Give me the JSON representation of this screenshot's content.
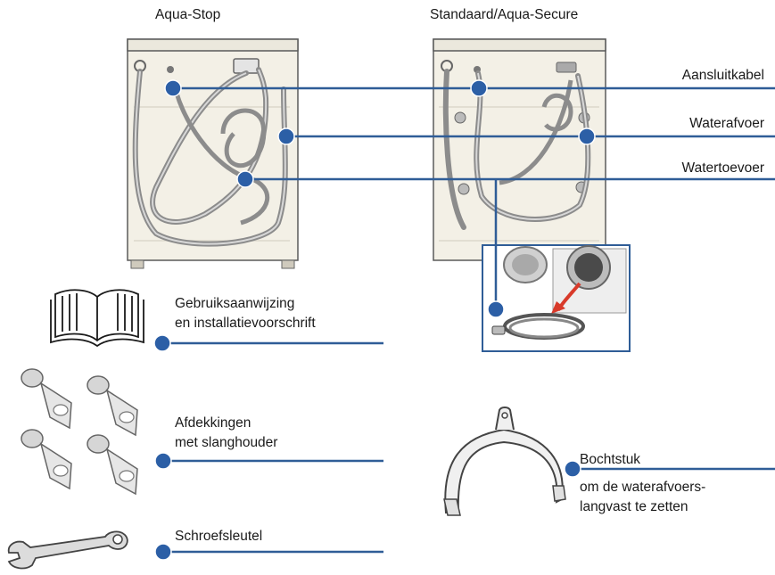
{
  "machines": {
    "left_title": "Aqua-Stop",
    "right_title": "Standaard/Aqua-Secure"
  },
  "callouts": {
    "connection_cable": "Aansluitkabel",
    "drain_hose": "Waterafvoer",
    "water_inlet": "Watertoevoer"
  },
  "accessories": {
    "manual_line1": "Gebruiksaanwijzing",
    "manual_line2": "en installatievoorschrift",
    "covers_line1": "Afdekkingen",
    "covers_line2": "met slanghouder",
    "wrench": "Schroefsleutel",
    "elbow_title": "Bochtstuk",
    "elbow_line1": "om de waterafvoers-",
    "elbow_line2": "langvast te zetten"
  },
  "colors": {
    "line_blue": "#2f5d97",
    "dot_blue": "#2c5fa6",
    "machine_fill": "#f3f0e6",
    "hose_grey": "#8c8c8c"
  },
  "icons": [
    "book-icon",
    "cover-clip-icon",
    "wrench-icon",
    "elbow-bracket-icon",
    "washing-machine-icon",
    "hose-coil-icon"
  ]
}
